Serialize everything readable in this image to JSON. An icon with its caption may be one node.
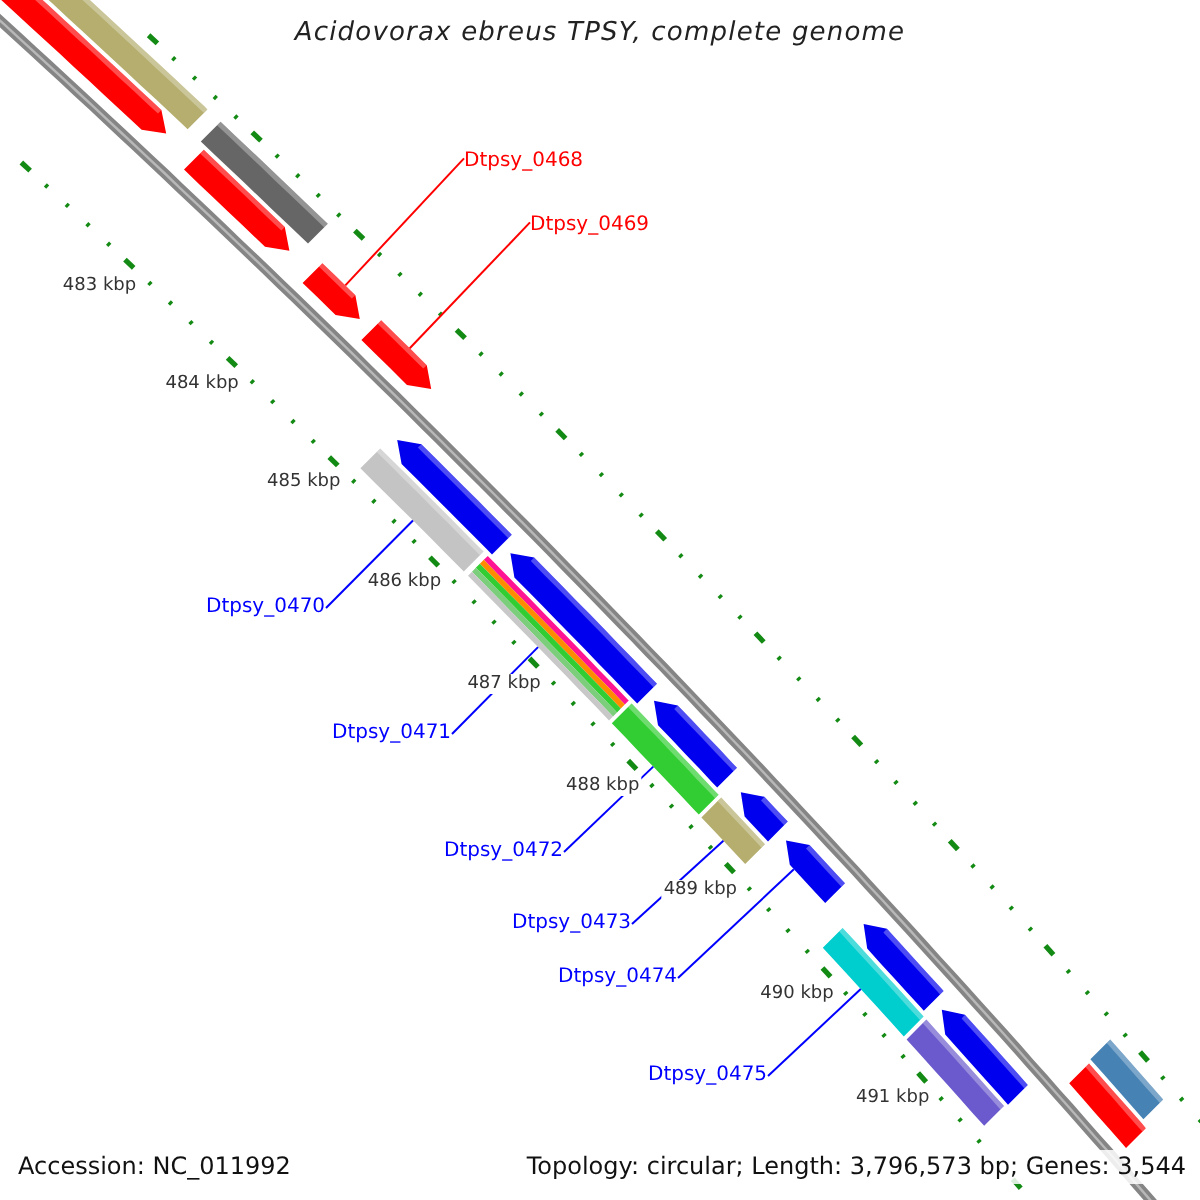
{
  "diagram": {
    "title": "Acidovorax ebreus TPSY, complete genome",
    "nodes": [
      {
        "text": [
          "Dtpsy_0468"
        ]
      },
      {
        "text": [
          "Dtpsy_0469"
        ]
      },
      {
        "text": [
          "Dtpsy_0470"
        ]
      },
      {
        "text": [
          "Dtpsy_0471"
        ]
      },
      {
        "text": [
          "Dtpsy_0472"
        ]
      },
      {
        "text": [
          "Dtpsy_0473"
        ]
      },
      {
        "text": [
          "Dtpsy_0474"
        ]
      },
      {
        "text": [
          "Dtpsy_0475"
        ]
      },
      {
        "text": [],
        "shape": "bar"
      },
      {
        "text": [],
        "shape": "pentagon"
      },
      {
        "text": [],
        "shape": "bar"
      },
      {
        "text": [],
        "shape": "pentagon"
      },
      {
        "text": [],
        "shape": "pentagon"
      },
      {
        "text": [],
        "shape": "pentagon"
      },
      {
        "text": [],
        "shape": "pentagon"
      },
      {
        "text": [],
        "shape": "bar"
      },
      {
        "text": [],
        "shape": "bar"
      },
      {
        "text": [],
        "shape": "pentagon"
      },
      {
        "text": [],
        "shape": "pentagon"
      },
      {
        "text": [],
        "shape": "bar"
      },
      {
        "text": [],
        "shape": "bar"
      },
      {
        "text": [],
        "shape": "pentagon"
      },
      {
        "text": [],
        "shape": "pentagon"
      },
      {
        "text": [],
        "shape": "bar"
      },
      {
        "text": [],
        "shape": "pentagon"
      },
      {
        "text": [],
        "shape": "bar"
      },
      {
        "text": [],
        "shape": "pentagon"
      },
      {
        "text": [],
        "shape": "bar"
      },
      {
        "text": [],
        "shape": "bar"
      }
    ],
    "edges": [
      {
        "from": 0,
        "to": 12,
        "arrow": "none",
        "color": "#ff0000"
      },
      {
        "from": 1,
        "to": 13,
        "arrow": "none",
        "color": "#ff0000"
      },
      {
        "from": 2,
        "to": 15,
        "arrow": "none"
      },
      {
        "from": 3,
        "to": 16,
        "arrow": "none"
      },
      {
        "from": 4,
        "to": 19,
        "arrow": "none"
      },
      {
        "from": 5,
        "to": 20,
        "arrow": "none"
      },
      {
        "from": 6,
        "to": 22,
        "arrow": "none"
      },
      {
        "from": 7,
        "to": 23,
        "arrow": "none"
      }
    ],
    "labels": [
      "483 kbp",
      "484 kbp",
      "485 kbp",
      "486 kbp",
      "487 kbp",
      "488 kbp",
      "489 kbp",
      "490 kbp",
      "491 kbp",
      "Accession: NC_011992",
      "Topology: circular; Length: 3,796,573 bp; Genes: 3,544"
    ]
  }
}
